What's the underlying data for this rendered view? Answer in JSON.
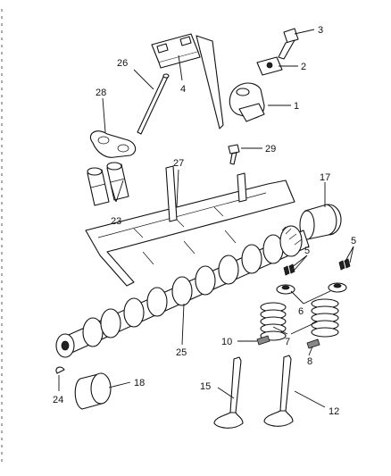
{
  "callouts": {
    "c1": "1",
    "c2": "2",
    "c3": "3",
    "c4": "4",
    "c5a": "5",
    "c5b": "5",
    "c6": "6",
    "c7": "7",
    "c8": "8",
    "c10": "10",
    "c12": "12",
    "c15": "15",
    "c17": "17",
    "c18": "18",
    "c23": "23",
    "c24": "24",
    "c25": "25",
    "c26": "26",
    "c27": "27",
    "c28": "28",
    "c29": "29"
  }
}
